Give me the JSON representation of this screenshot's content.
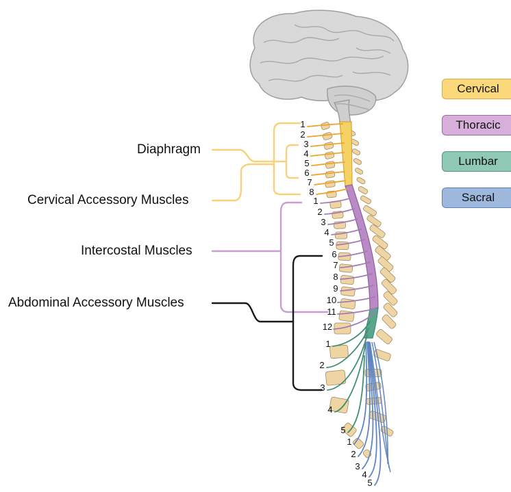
{
  "labels": {
    "diaphragm": "Diaphragm",
    "cervical_accessory": "Cervical Accessory Muscles",
    "intercostal": "Intercostal Muscles",
    "abdominal_accessory": "Abdominal Accessory Muscles"
  },
  "legend": [
    {
      "label": "Cervical",
      "fill": "#fbd97a",
      "border": "#e0a93a"
    },
    {
      "label": "Thoracic",
      "fill": "#d6b0da",
      "border": "#9c6aa6"
    },
    {
      "label": "Lumbar",
      "fill": "#8fc9b6",
      "border": "#4f9581"
    },
    {
      "label": "Sacral",
      "fill": "#9db8dc",
      "border": "#5e7fb6"
    }
  ],
  "colors": {
    "cervical": "#f0a227",
    "cervical_cord": "#f6d264",
    "thoracic": "#a57bb5",
    "thoracic_cord": "#b98ac6",
    "lumbar": "#3f8f75",
    "lumbar_cord": "#5aa68c",
    "sacral": "#5f86c2",
    "bracket_yellow": "#f7d27a",
    "bracket_purple": "#c79fcf",
    "bracket_black": "#1a1a1a",
    "bone": "#efd5a4",
    "bone_edge": "#a08a60",
    "brain": "#d6d6d6"
  },
  "nerves": {
    "cervical": [
      "1",
      "2",
      "3",
      "4",
      "5",
      "6",
      "7",
      "8"
    ],
    "thoracic": [
      "1",
      "2",
      "3",
      "4",
      "5",
      "6",
      "7",
      "8",
      "9",
      "10",
      "11",
      "12"
    ],
    "lumbar": [
      "1",
      "2",
      "3",
      "4",
      "5"
    ],
    "sacral": [
      "1",
      "2",
      "3",
      "4",
      "5"
    ]
  }
}
